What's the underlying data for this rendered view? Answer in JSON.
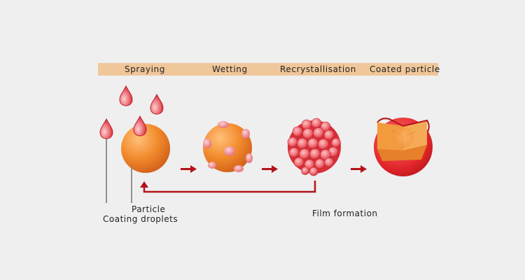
{
  "stages": [
    {
      "label": "Spraying"
    },
    {
      "label": "Wetting"
    },
    {
      "label": "Recrystallisation"
    },
    {
      "label": "Coated particle"
    }
  ],
  "callouts": {
    "particle": "Particle",
    "droplets": "Coating droplets",
    "film": "Film formation"
  },
  "colors": {
    "banner": "#f0c79a",
    "particle": "#f08a2a",
    "coating": "#e0262a",
    "arrow": "#b5121b",
    "background": "#efefef"
  }
}
